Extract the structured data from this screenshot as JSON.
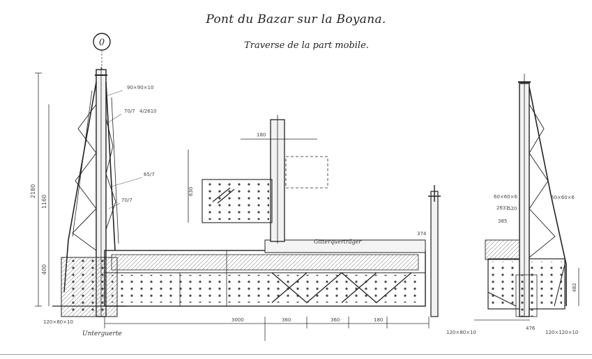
{
  "title": "Pont du Bazar sur la Boyana.",
  "subtitle": "Traverse de la part mobile.",
  "axis_marker": "0",
  "labels": {
    "left_foot": "Unterguerte",
    "center_girder": "Gitterquerträger"
  },
  "dimensions": {
    "top_left_a": "90×90×10",
    "top_left_b": "70/7",
    "top_left_c": "4/2610",
    "mid_left_a": "65/7",
    "mid_left_b": "70/7",
    "left_vertical_a": "2180",
    "left_vertical_b": "1160",
    "left_vertical_c": "400",
    "detail_top": "180",
    "detail_side": "630",
    "bottom_left": "120×80×10",
    "bottom_1": "3000",
    "bottom_2": "360",
    "bottom_3": "360",
    "bottom_4": "180",
    "bottom_right_a": "120×80×10",
    "bottom_right_b": "120×120×10",
    "right_top_a": "60×60×6",
    "right_top_b": "2631",
    "right_top_c": "520",
    "right_top_d": "385",
    "right_mid": "60×60×6",
    "right_bottom": "476",
    "right_vertical": "482",
    "center_pole": "374"
  }
}
